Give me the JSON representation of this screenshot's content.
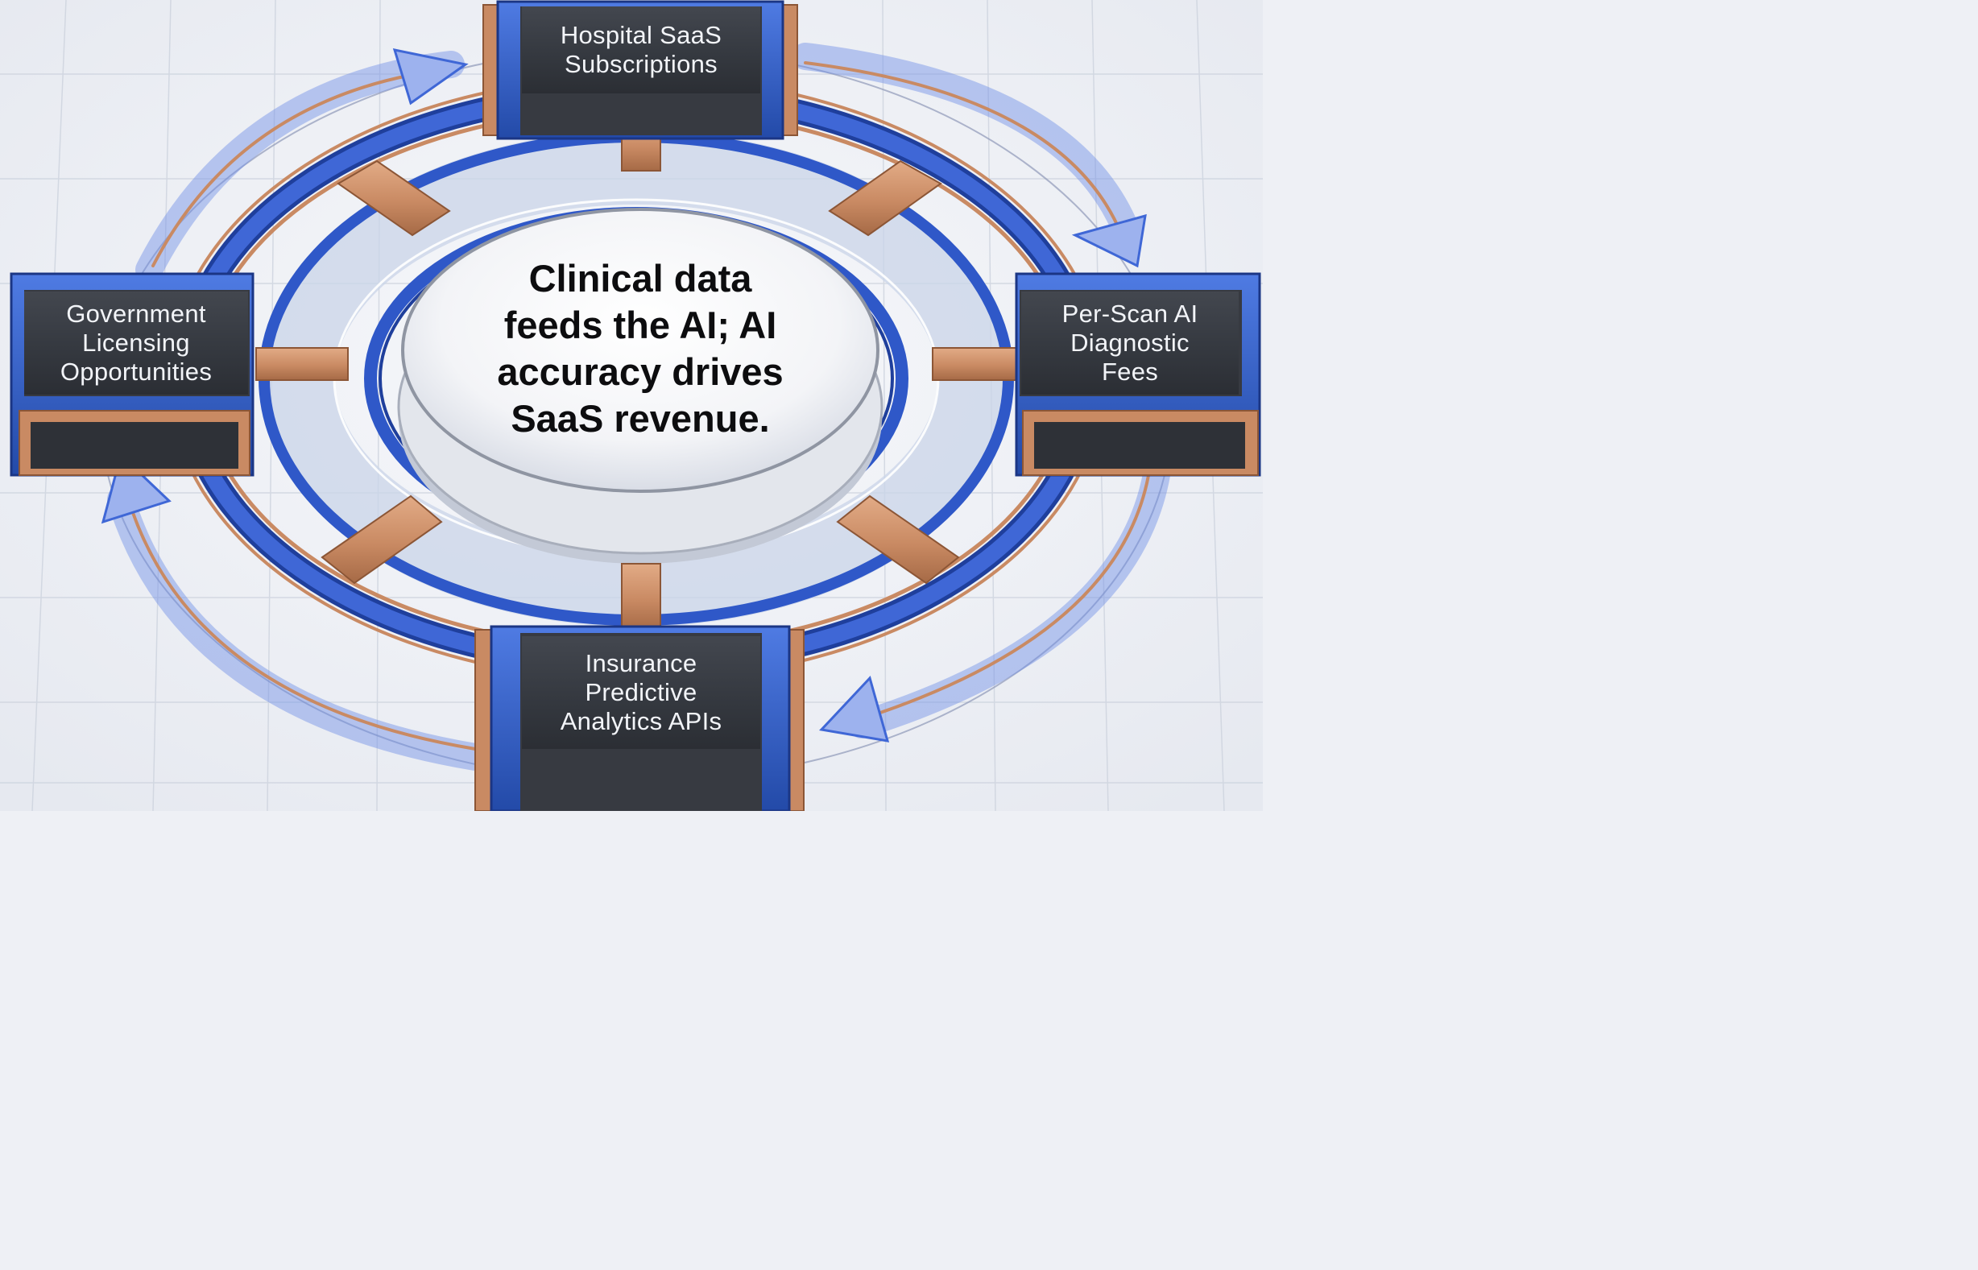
{
  "center": {
    "text": "Clinical data\nfeeds the AI; AI\naccuracy drives\nSaaS revenue."
  },
  "nodes": {
    "top": "Hospital SaaS\nSubscriptions",
    "right": "Per-Scan AI\nDiagnostic\nFees",
    "bottom": "Insurance\nPredictive\nAnalytics APIs",
    "left": "Government\nLicensing\nOpportunities"
  },
  "colors": {
    "ring_blue": "#2f58c8",
    "ring_blue_dark": "#1f3f9c",
    "copper": "#c98a63",
    "node_dark": "#373a41",
    "glass": "#c9d4e8",
    "grid": "#cdd3de",
    "background": "#eef0f5"
  },
  "icons": {
    "flow_arrows": "circular-flow-arrow-icon",
    "connectors": "copper-connector-block"
  }
}
